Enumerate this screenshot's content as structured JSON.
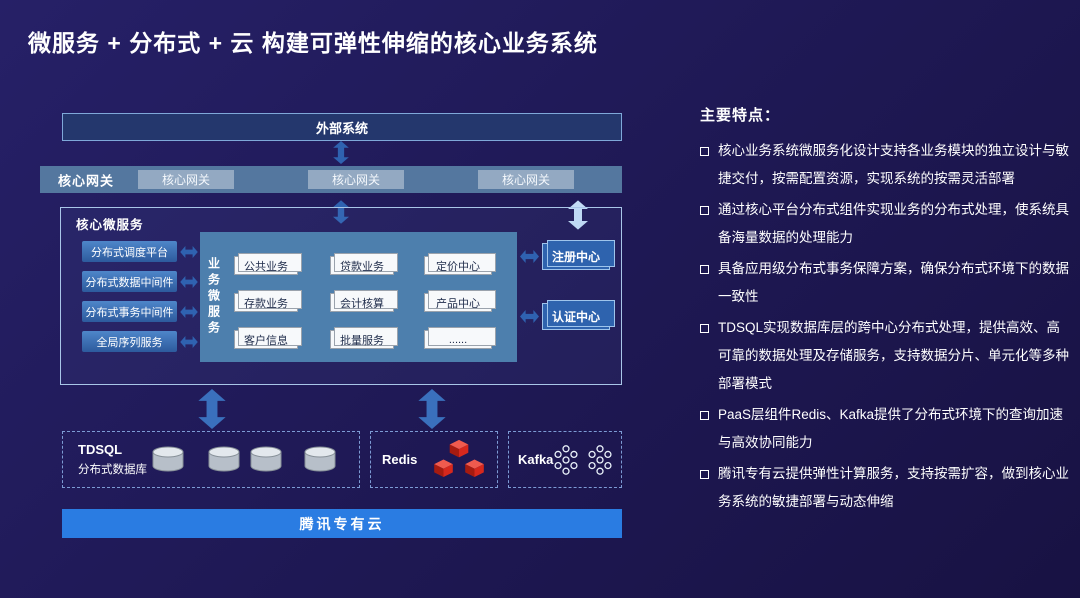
{
  "title": "微服务 + 分布式 + 云 构建可弹性伸缩的核心业务系统",
  "colors": {
    "background": "#1e1853",
    "accent_blue": "#2f62b0",
    "cloud_bar_blue": "#2a7ce2",
    "center_panel_blue": "#4d7fad",
    "redis_red": "#d7281d"
  },
  "diagram": {
    "external_system": "外部系统",
    "gateway": {
      "label": "核心网关",
      "nodes": [
        "核心网关",
        "核心网关",
        "核心网关"
      ]
    },
    "core": {
      "label": "核心微服务",
      "middleware": [
        "分布式调度平台",
        "分布式数据中间件",
        "分布式事务中间件",
        "全局序列服务"
      ],
      "business_label": "业务微服务",
      "services": [
        "公共业务",
        "贷款业务",
        "定价中心",
        "存款业务",
        "会计核算",
        "产品中心",
        "客户信息",
        "批量服务",
        "......"
      ],
      "registry": "注册中心",
      "auth": "认证中心"
    },
    "data_layer": {
      "tdsql_name": "TDSQL",
      "tdsql_desc": "分布式数据库",
      "redis_name": "Redis",
      "kafka_name": "Kafka"
    },
    "cloud_bar": "腾讯专有云",
    "icons": {
      "arrow": "double-arrow",
      "tdsql": "database-cylinder",
      "redis": "red-cube-cluster",
      "kafka": "dot-cluster"
    }
  },
  "features": {
    "title": "主要特点：",
    "items": [
      "核心业务系统微服务化设计支持各业务模块的独立设计与敏捷交付，按需配置资源，实现系统的按需灵活部署",
      "通过核心平台分布式组件实现业务的分布式处理，使系统具备海量数据的处理能力",
      "具备应用级分布式事务保障方案，确保分布式环境下的数据一致性",
      "TDSQL实现数据库层的跨中心分布式处理，提供高效、高可靠的数据处理及存储服务，支持数据分片、单元化等多种部署模式",
      "PaaS层组件Redis、Kafka提供了分布式环境下的查询加速与高效协同能力",
      "腾讯专有云提供弹性计算服务，支持按需扩容，做到核心业务系统的敏捷部署与动态伸缩"
    ]
  }
}
